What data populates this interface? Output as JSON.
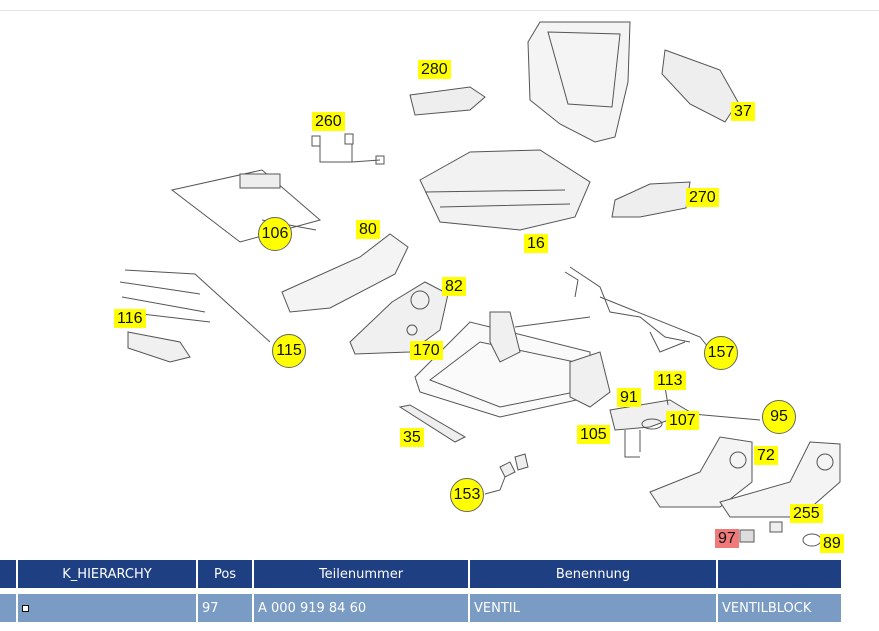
{
  "callouts": {
    "c280": "280",
    "c37": "37",
    "c260": "260",
    "c270": "270",
    "c106": "106",
    "c80": "80",
    "c16": "16",
    "c82": "82",
    "c116": "116",
    "c115": "115",
    "c170": "170",
    "c157": "157",
    "c113": "113",
    "c91": "91",
    "c95": "95",
    "c107": "107",
    "c105": "105",
    "c35": "35",
    "c72": "72",
    "c153": "153",
    "c255": "255",
    "c97": "97",
    "c89": "89"
  },
  "table": {
    "headers": [
      "",
      "K_HIERARCHY",
      "Pos",
      "Teilenummer",
      "Benennung",
      ""
    ],
    "row": {
      "pos": "97",
      "teilenummer": "A 000 919 84 60",
      "benennung": "VENTIL",
      "extra": "VENTILBLOCK"
    }
  },
  "colors": {
    "highlight": "#ffff00",
    "selected": "#f07a7a",
    "header_bg": "#1f3f83",
    "row_bg": "#7a9cc4"
  }
}
